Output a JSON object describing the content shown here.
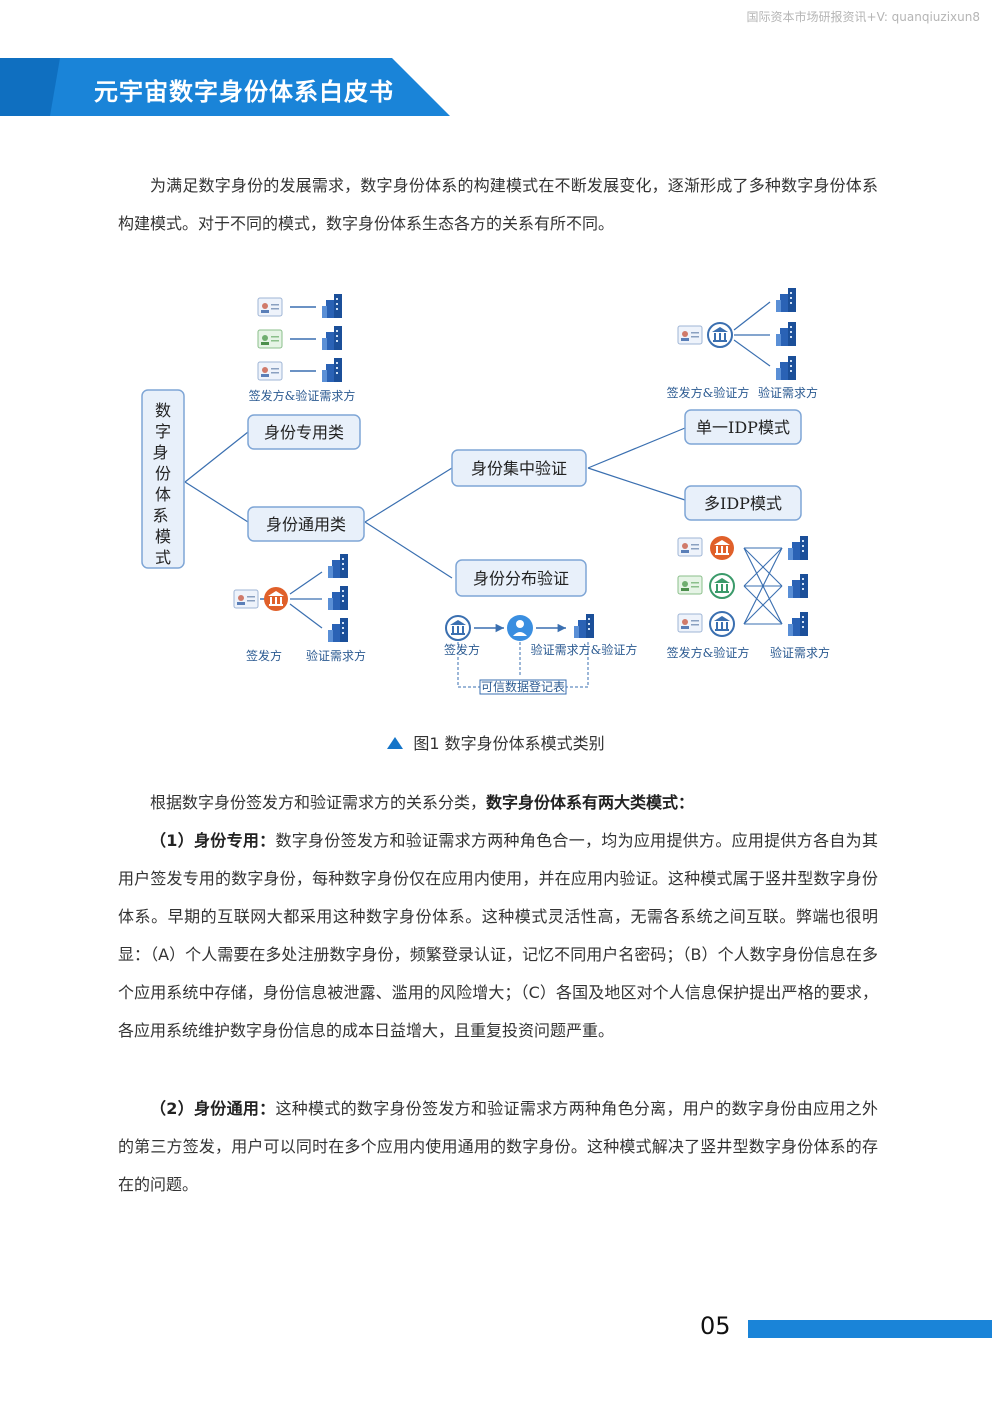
{
  "header": {
    "watermark": "国际资本市场研报资讯+V: quanqiuzixun8",
    "title": "元宇宙数字身份体系白皮书"
  },
  "intro": {
    "text": "为满足数字身份的发展需求，数字身份体系的构建模式在不断发展变化，逐渐形成了多种数字身份体系构建模式。对于不同的模式，数字身份体系生态各方的关系有所不同。"
  },
  "figure": {
    "root": "数字身份体系模式",
    "dedicated": "身份专用类",
    "general": "身份通用类",
    "centralized": "身份集中验证",
    "distributed": "身份分布验证",
    "single_idp": "单一IDP模式",
    "multi_idp": "多IDP模式",
    "lbl_issuer_verifier_req": "签发方&验证需求方",
    "lbl_issuer_verifier": "签发方&验证方",
    "lbl_verify_req": "验证需求方",
    "lbl_issuer": "签发方",
    "lbl_verify_req_and_verifier": "验证需求方&验证方",
    "lbl_ledger": "可信数据登记表",
    "caption": "图1  数字身份体系模式类别"
  },
  "body": {
    "p1_lead": "根据数字身份签发方和验证需求方的关系分类，",
    "p1_bold": "数字身份体系有两大类模式：",
    "p2_bold": "（1）身份专用：",
    "p2_text": "数字身份签发方和验证需求方两种角色合一，均为应用提供方。应用提供方各自为其用户签发专用的数字身份，每种数字身份仅在应用内使用，并在应用内验证。这种模式属于竖井型数字身份体系。早期的互联网大都采用这种数字身份体系。这种模式灵活性高，无需各系统之间互联。弊端也很明显：（A）个人需要在多处注册数字身份，频繁登录认证，记忆不同用户名密码；（B）个人数字身份信息在多个应用系统中存储，身份信息被泄露、滥用的风险增大；（C）各国及地区对个人信息保护提出严格的要求，各应用系统维护数字身份信息的成本日益增大，且重复投资问题严重。",
    "p3_bold": "（2）身份通用：",
    "p3_text": "这种模式的数字身份签发方和验证需求方两种角色分离，用户的数字身份由应用之外的第三方签发，用户可以同时在多个应用内使用通用的数字身份。这种模式解决了竖井型数字身份体系的存在的问题。"
  },
  "footer": {
    "page_number": "05"
  },
  "colors": {
    "brand_blue": "#1a84d8",
    "node_fill": "#e8f0fa",
    "node_stroke": "#7fa6d6",
    "issuer_orange": "#e0602a"
  }
}
